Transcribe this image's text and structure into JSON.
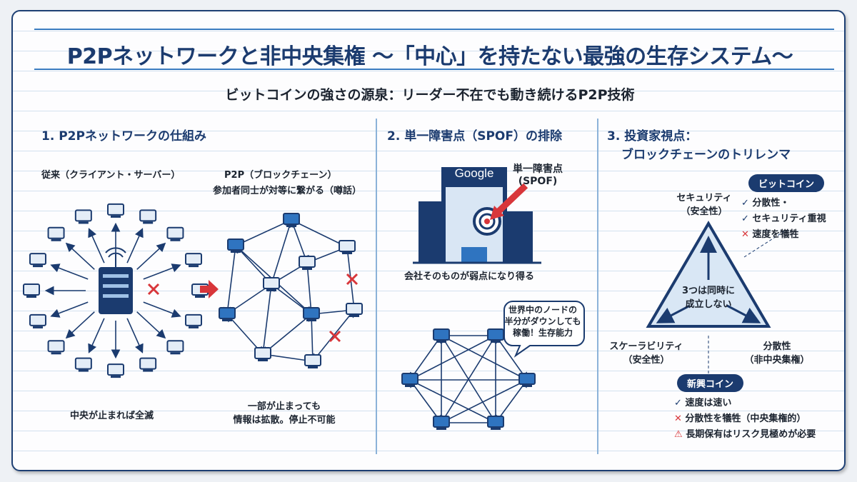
{
  "title": "P2Pネットワークと非中央集権 ～「中心」を持たない最強の生存システム～",
  "subtitle": "ビットコインの強さの源泉：リーダー不在でも動き続けるP2P技術",
  "section1": {
    "heading": "1. P2Pネットワークの仕組み",
    "left_label": "従来（クライアント・サーバー）",
    "right_label": "P2P（ブロックチェーン）",
    "right_sub": "参加者同士が対等に繋がる（噂話）",
    "left_caption": "中央が止まれば全滅",
    "right_caption_1": "一部が止まっても",
    "right_caption_2": "情報は拡散。停止不可能"
  },
  "section2": {
    "heading": "2. 単一障害点（SPOF）の排除",
    "building_sign": "Google",
    "spof_1": "単一障害点",
    "spof_2": "(SPOF)",
    "caption": "会社そのものが弱点になり得る",
    "bubble_1": "世界中のノードの",
    "bubble_2": "半分がダウンしても",
    "bubble_3": "稼働！生存能力"
  },
  "section3": {
    "heading_1": "3. 投資家視点：",
    "heading_2": "ブロックチェーンのトリレンマ",
    "top_1": "セキュリティ",
    "top_2": "（安全性）",
    "left_1": "スケーラビリティ",
    "left_2": "（安全性）",
    "right_1": "分散性",
    "right_2": "（非中央集権）",
    "center_1": "3つは同時に",
    "center_2": "成立しない",
    "bitcoin": {
      "label": "ビットコイン",
      "items": [
        {
          "mark": "check",
          "text": "分散性・"
        },
        {
          "mark": "check",
          "text": "セキュリティ重視"
        },
        {
          "mark": "cross",
          "text": "速度を犠牲"
        }
      ]
    },
    "newcoin": {
      "label": "新興コイン",
      "items": [
        {
          "mark": "check",
          "text": "速度は速い"
        },
        {
          "mark": "cross",
          "text": "分散性を犠牲（中央集権的）"
        },
        {
          "mark": "warn",
          "text": "長期保有はリスク見極めが必要"
        }
      ]
    }
  },
  "colors": {
    "navy": "#1b3b6f",
    "blue": "#2f74c0",
    "red": "#d8363a"
  }
}
